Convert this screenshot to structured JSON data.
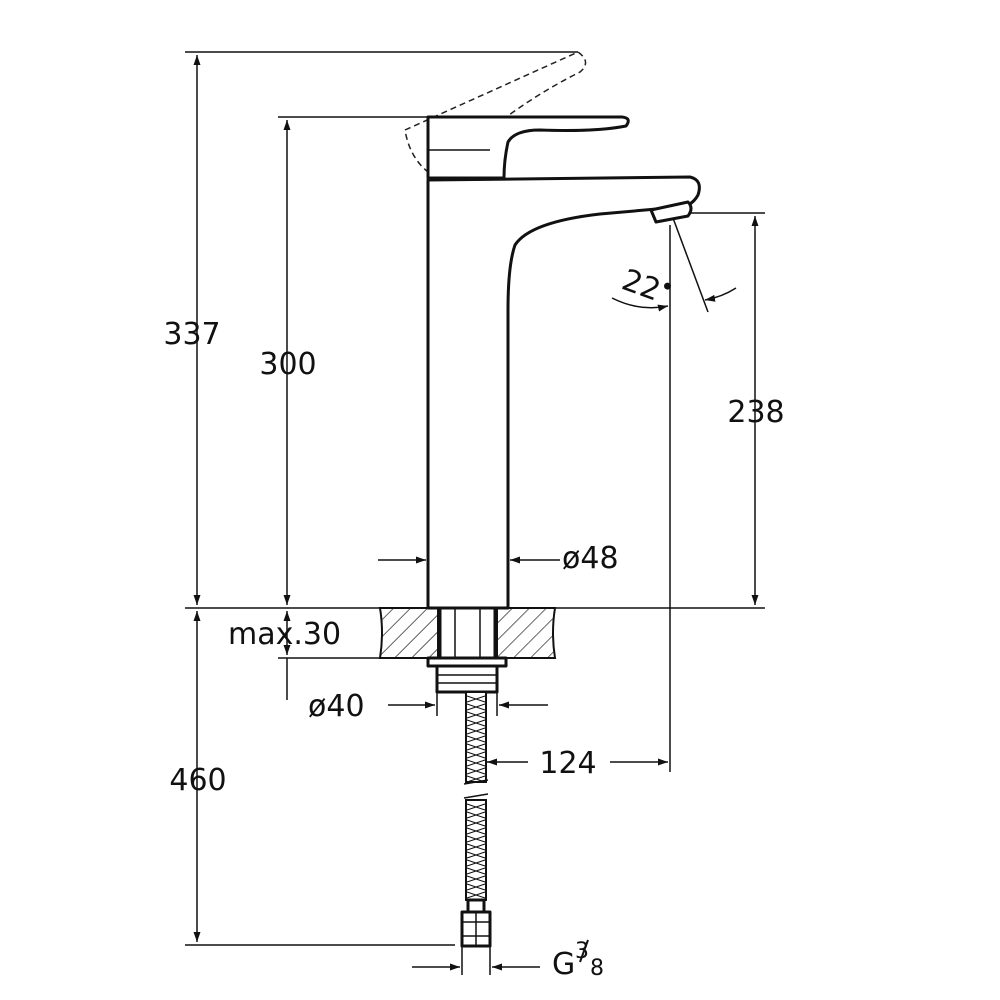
{
  "drawing": {
    "dimensions": {
      "total_height": "337",
      "body_height": "300",
      "spout_height": "238",
      "body_diameter": "ø48",
      "max_counter_thickness": "max.30",
      "shank_diameter": "ø40",
      "spout_reach": "124",
      "hose_length": "460",
      "spout_angle": "22°",
      "connection_thread": "G3/8"
    },
    "thread_parts": {
      "letter": "G",
      "numerator": "3",
      "denominator": "8"
    },
    "angle_parts": {
      "value": "22"
    }
  }
}
